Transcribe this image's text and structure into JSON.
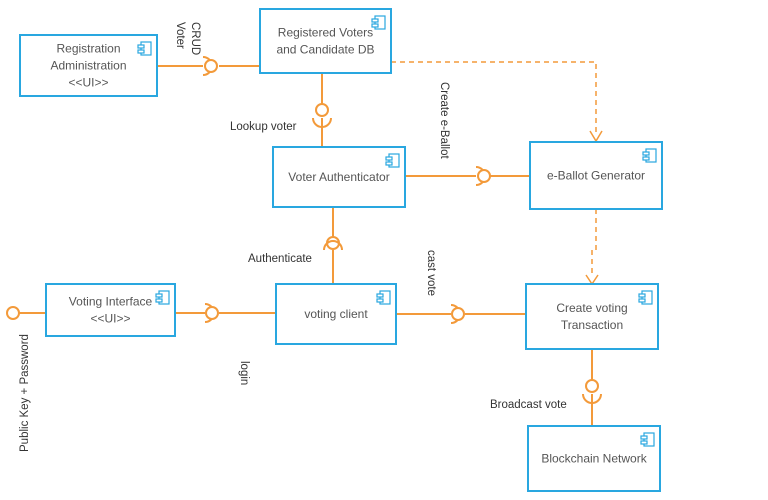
{
  "components": [
    {
      "id": "reg-admin",
      "lines": [
        "Registration",
        "Administration",
        "<<UI>>"
      ]
    },
    {
      "id": "db",
      "lines": [
        "Registered Voters",
        "and Candidate DB"
      ]
    },
    {
      "id": "auth",
      "lines": [
        "Voter Authenticator"
      ]
    },
    {
      "id": "ballot-gen",
      "lines": [
        "e-Ballot Generator"
      ]
    },
    {
      "id": "voting-ui",
      "lines": [
        "Voting Interface",
        "<<UI>>"
      ]
    },
    {
      "id": "client",
      "lines": [
        "voting client"
      ]
    },
    {
      "id": "tx",
      "lines": [
        "Create voting",
        "Transaction"
      ]
    },
    {
      "id": "blockchain",
      "lines": [
        "Blockchain Network"
      ]
    }
  ],
  "labels": {
    "crud_line1": "CRUD",
    "crud_line2": "Voter",
    "lookup": "Lookup voter",
    "create_eballot": "Create e-Ballot",
    "authenticate": "Authenticate",
    "cast_vote": "cast vote",
    "login": "login",
    "public_key": "Public Key + Password",
    "broadcast": "Broadcast vote"
  },
  "colors": {
    "box_border": "#29a7e0",
    "connector": "#f39a3a",
    "text": "#555555"
  }
}
